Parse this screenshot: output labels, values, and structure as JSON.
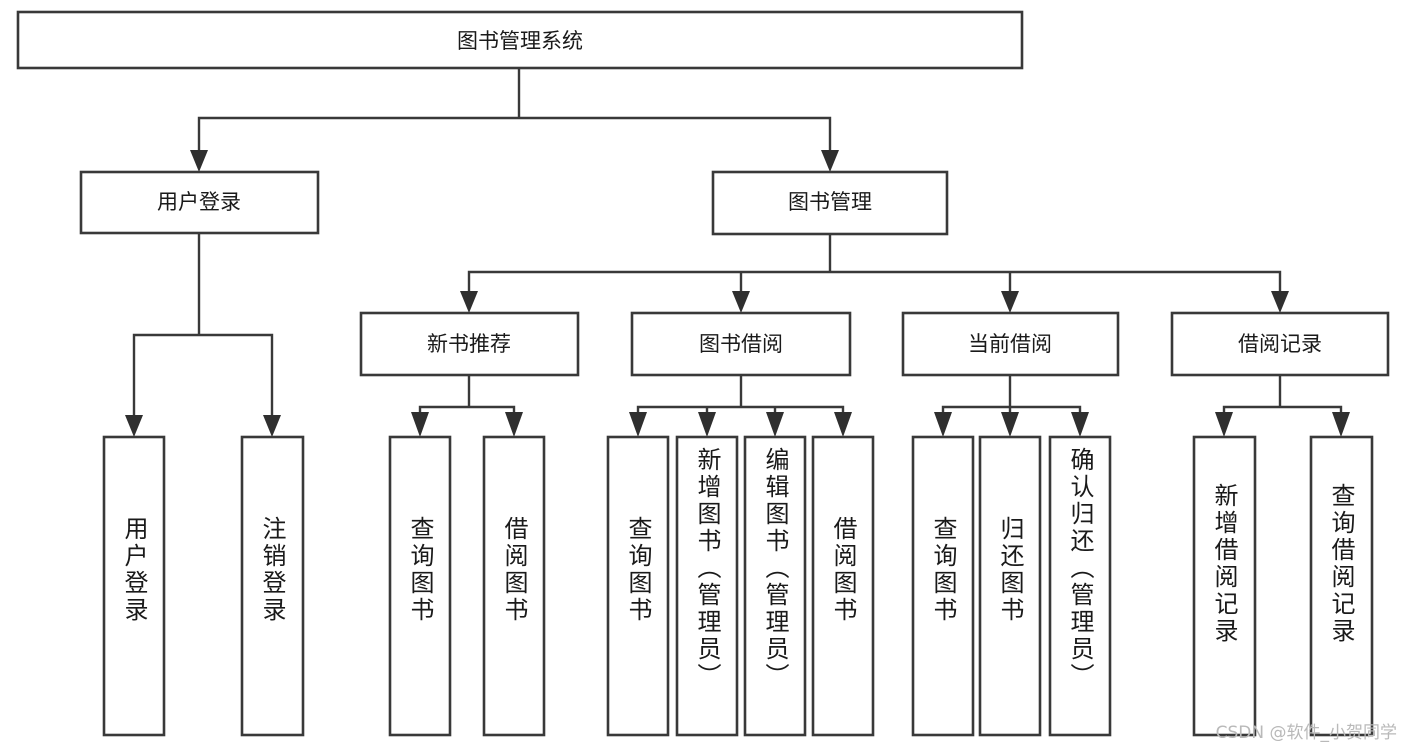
{
  "diagram": {
    "type": "tree-hierarchy-chart",
    "title": "图书管理系统",
    "orientation": "top-down",
    "colors": {
      "box_fill": "#ffffff",
      "box_stroke": "#393939",
      "text": "#1a1a1a",
      "background": "#ffffff",
      "watermark": "#b9b9b9"
    },
    "levels": [
      {
        "level": 0,
        "nodes": [
          {
            "id": "root",
            "label": "图书管理系统",
            "orientation": "horizontal"
          }
        ]
      },
      {
        "level": 1,
        "nodes": [
          {
            "id": "login",
            "label": "用户登录",
            "orientation": "horizontal",
            "parent": "root"
          },
          {
            "id": "bookmgmt",
            "label": "图书管理",
            "orientation": "horizontal",
            "parent": "root"
          }
        ]
      },
      {
        "level": 2,
        "nodes": [
          {
            "id": "newbook",
            "label": "新书推荐",
            "orientation": "horizontal",
            "parent": "bookmgmt"
          },
          {
            "id": "borrow",
            "label": "图书借阅",
            "orientation": "horizontal",
            "parent": "bookmgmt"
          },
          {
            "id": "current",
            "label": "当前借阅",
            "orientation": "horizontal",
            "parent": "bookmgmt"
          },
          {
            "id": "records",
            "label": "借阅记录",
            "orientation": "horizontal",
            "parent": "bookmgmt"
          }
        ]
      },
      {
        "level": 3,
        "nodes": [
          {
            "id": "leaf-user-login",
            "label": "用户登录",
            "orientation": "vertical",
            "parent": "login"
          },
          {
            "id": "leaf-user-logout",
            "label": "注销登录",
            "orientation": "vertical",
            "parent": "login"
          },
          {
            "id": "leaf-newbook-query",
            "label": "查询图书",
            "orientation": "vertical",
            "parent": "newbook"
          },
          {
            "id": "leaf-newbook-borrow",
            "label": "借阅图书",
            "orientation": "vertical",
            "parent": "newbook"
          },
          {
            "id": "leaf-borrow-query",
            "label": "查询图书",
            "orientation": "vertical",
            "parent": "borrow"
          },
          {
            "id": "leaf-borrow-add",
            "label": "新增图书（管理员）",
            "orientation": "vertical",
            "parent": "borrow"
          },
          {
            "id": "leaf-borrow-edit",
            "label": "编辑图书（管理员）",
            "orientation": "vertical",
            "parent": "borrow"
          },
          {
            "id": "leaf-borrow-lend",
            "label": "借阅图书",
            "orientation": "vertical",
            "parent": "borrow"
          },
          {
            "id": "leaf-current-query",
            "label": "查询图书",
            "orientation": "vertical",
            "parent": "current"
          },
          {
            "id": "leaf-current-return",
            "label": "归还图书",
            "orientation": "vertical",
            "parent": "current"
          },
          {
            "id": "leaf-current-confirm",
            "label": "确认归还（管理员）",
            "orientation": "vertical",
            "parent": "current"
          },
          {
            "id": "leaf-records-add",
            "label": "新增借阅记录",
            "orientation": "vertical",
            "parent": "records"
          },
          {
            "id": "leaf-records-query",
            "label": "查询借阅记录",
            "orientation": "vertical",
            "parent": "records"
          }
        ]
      }
    ]
  },
  "watermark": {
    "text": "CSDN @软件_小贺同学"
  }
}
